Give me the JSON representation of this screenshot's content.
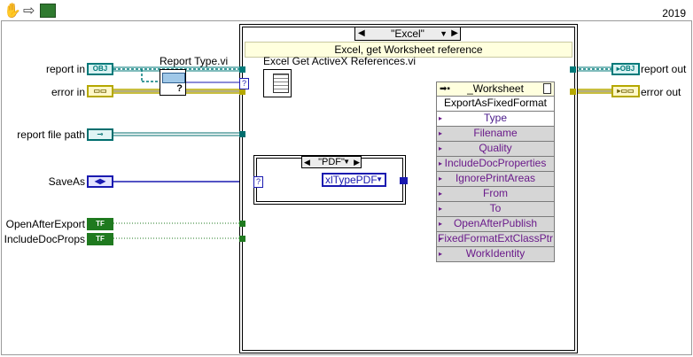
{
  "toolbar": {
    "year": "2019"
  },
  "inputs": {
    "report_in": "report in",
    "error_in": "error in",
    "report_file_path": "report file path",
    "save_as": "SaveAs",
    "open_after_export": "OpenAfterExport",
    "include_doc_props": "IncludeDocProps"
  },
  "outputs": {
    "report_out": "report out",
    "error_out": "error out"
  },
  "terminals": {
    "obj": "OBJ",
    "tf": "TF",
    "enum": "◀▶"
  },
  "nodes": {
    "report_type": "Report Type.vi",
    "excel_refs": "Excel Get ActiveX References.vi",
    "question": "?"
  },
  "case_structure": {
    "selector": "\"Excel\"",
    "comment": "Excel, get Worksheet reference"
  },
  "inner_case": {
    "selector": "\"PDF\"",
    "constant": "xlTypePDF"
  },
  "property_node": {
    "class": "_Worksheet",
    "method": "ExportAsFixedFormat",
    "params": [
      "Type",
      "Filename",
      "Quality",
      "IncludeDocProperties",
      "IgnorePrintAreas",
      "From",
      "To",
      "OpenAfterPublish",
      "FixedFormatExtClassPtr",
      "WorkIdentity"
    ]
  },
  "colors": {
    "refnum": "#007a7a",
    "error": "#b5a800",
    "path": "#006e6e",
    "enum": "#1a1ab0",
    "boolean": "#1f7a1f"
  }
}
